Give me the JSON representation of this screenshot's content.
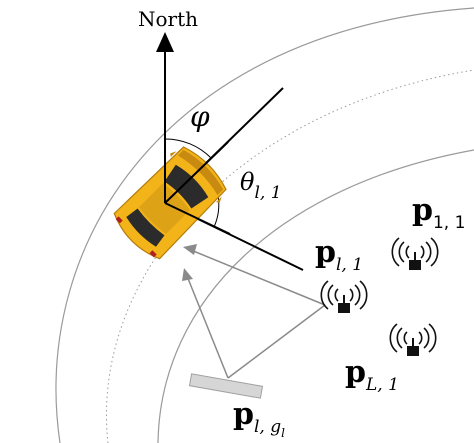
{
  "north_label": "North",
  "angle_heading": {
    "symbol": "φ"
  },
  "angle_anchor": {
    "base": "θ",
    "subscript": "l, 1"
  },
  "anchors": [
    {
      "base": "p",
      "subscript": "1, 1"
    },
    {
      "base": "p",
      "subscript": "l, 1"
    },
    {
      "base": "p",
      "subscript": "L, 1"
    }
  ],
  "reflector": {
    "base": "p",
    "subscript": "l, g",
    "subsubscript": "l"
  },
  "icons": [
    "north-arrow-icon",
    "car-icon",
    "antenna-icon",
    "reflector-icon"
  ],
  "colors": {
    "car_body": "#F2B418",
    "car_dark": "#C88A10",
    "window": "#2B2B2B",
    "road_line": "#9A9A9A",
    "ray": "#8A8A8A",
    "reflector_fill": "#D6D6D6",
    "reflector_stroke": "#A0A0A0"
  }
}
